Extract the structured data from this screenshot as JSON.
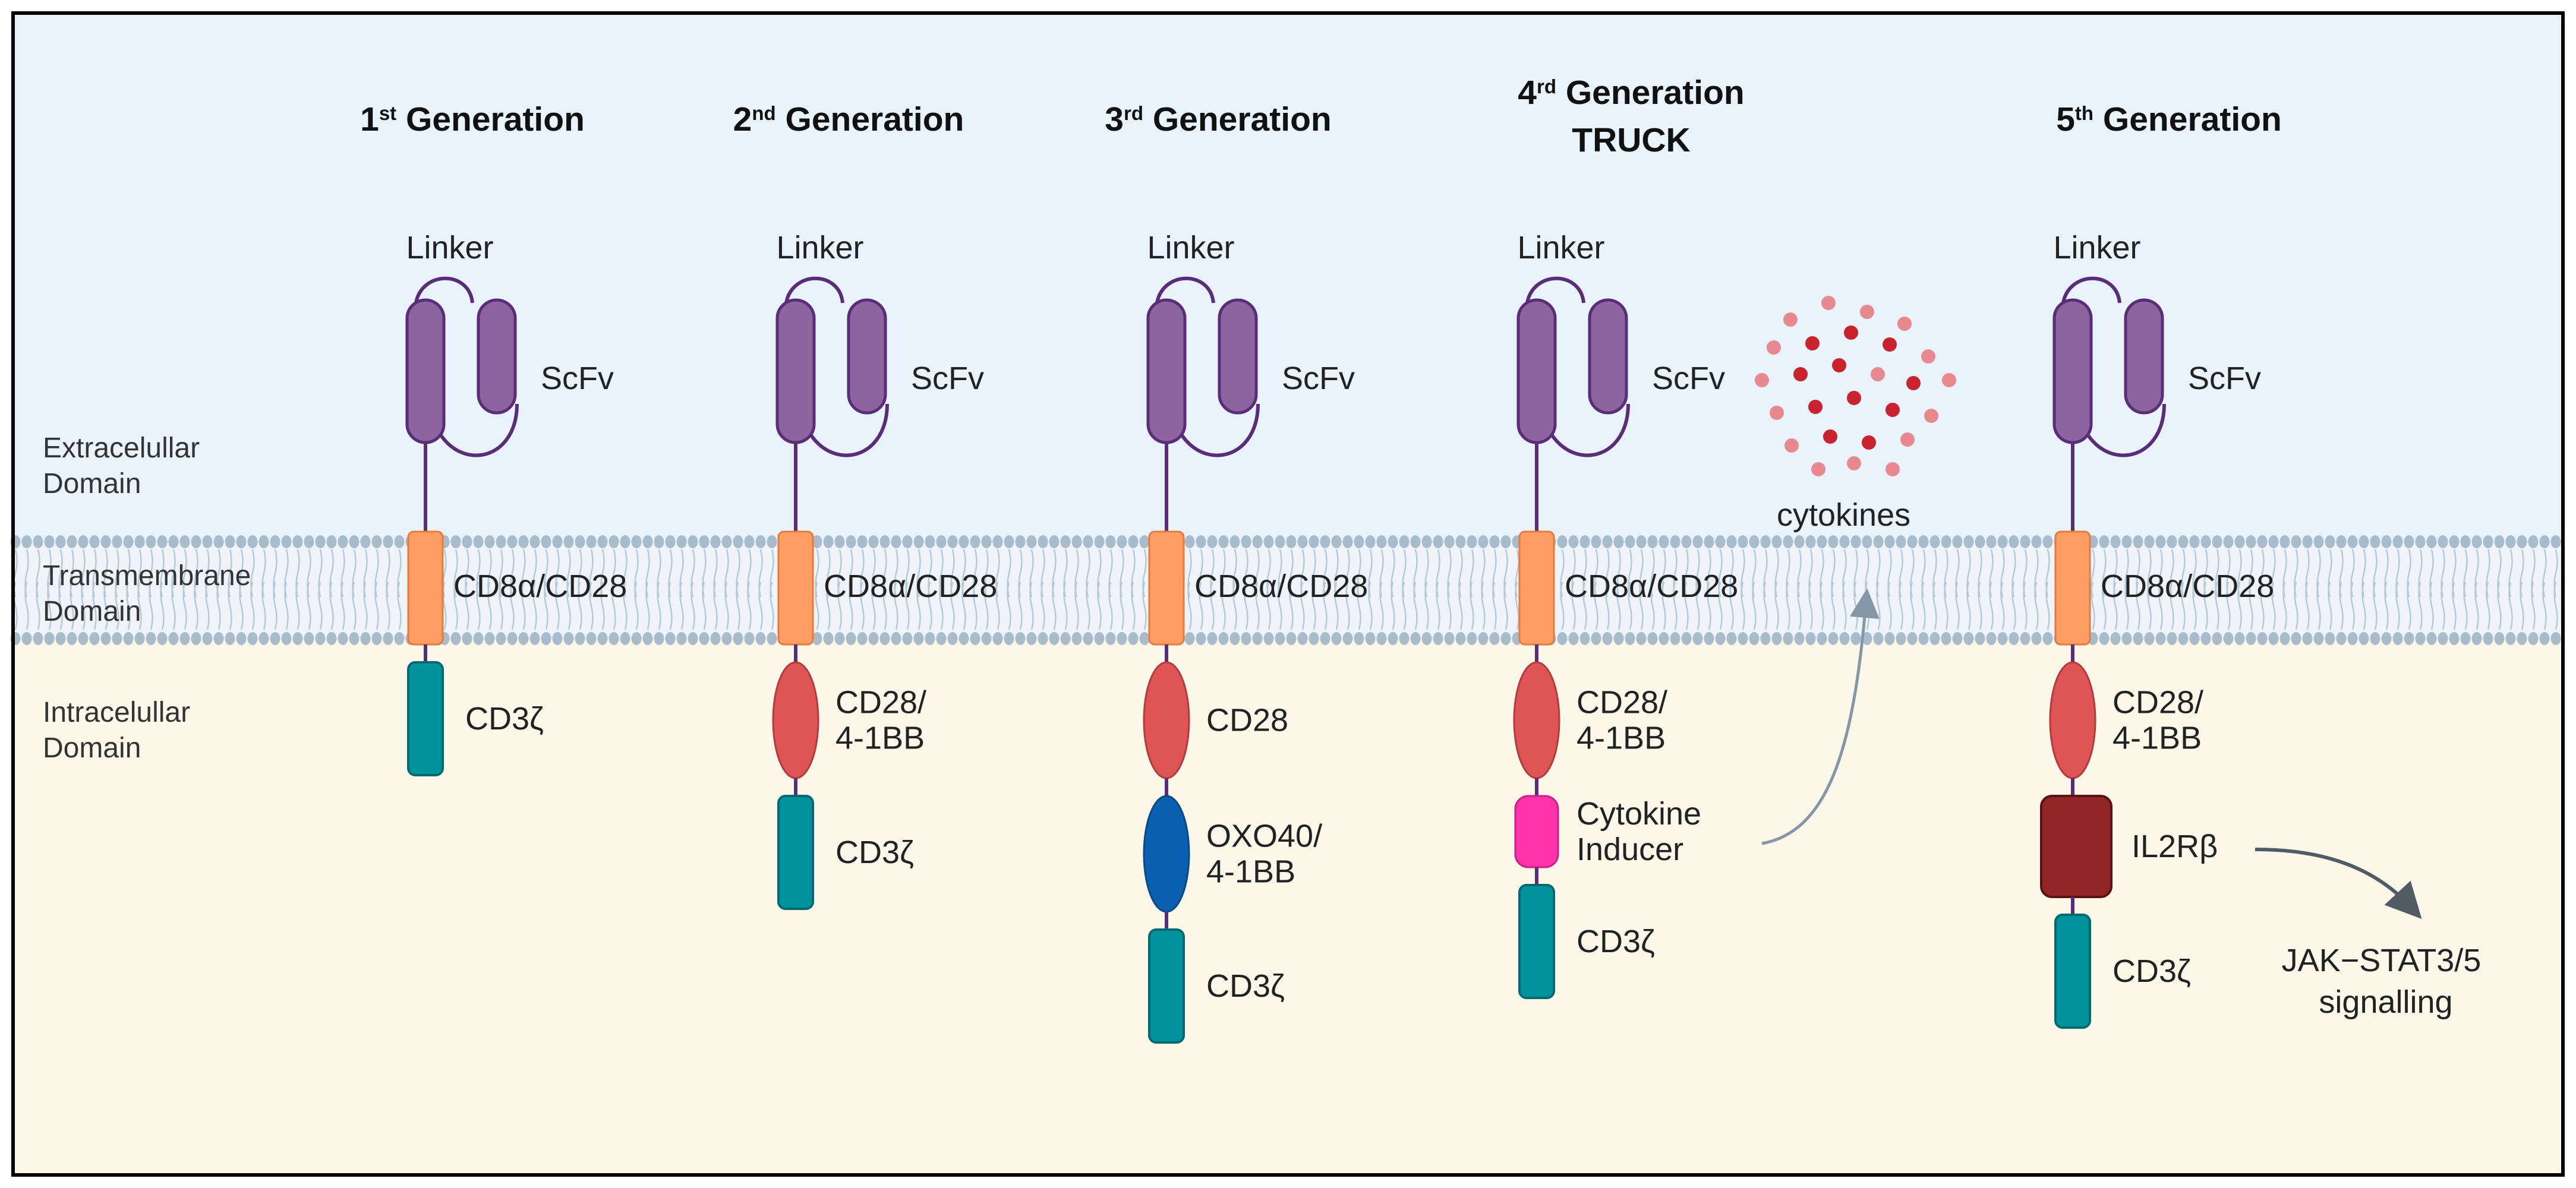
{
  "domains": {
    "extracellular": [
      "Extracelullar",
      "Domain"
    ],
    "transmembrane": [
      "Transmembrane",
      "Domain"
    ],
    "intracellular": [
      "Intracelullar",
      "Domain"
    ]
  },
  "generations": [
    {
      "title": {
        "pre": "1",
        "sup": "st",
        "post": " Generation",
        "line2": ""
      },
      "linker": "Linker",
      "scfv": "ScFv",
      "tm": "CD8α/CD28",
      "domains": [
        {
          "shape": "rect",
          "color": "#00939b",
          "lines": [
            "CD3ζ"
          ]
        }
      ]
    },
    {
      "title": {
        "pre": "2",
        "sup": "nd",
        "post": " Generation",
        "line2": ""
      },
      "linker": "Linker",
      "scfv": "ScFv",
      "tm": "CD8α/CD28",
      "domains": [
        {
          "shape": "ellipse",
          "color": "#df5454",
          "lines": [
            "CD28/",
            "4-1BB"
          ]
        },
        {
          "shape": "rect",
          "color": "#00939b",
          "lines": [
            "CD3ζ"
          ]
        }
      ]
    },
    {
      "title": {
        "pre": "3",
        "sup": "rd",
        "post": " Generation",
        "line2": ""
      },
      "linker": "Linker",
      "scfv": "ScFv",
      "tm": "CD8α/CD28",
      "domains": [
        {
          "shape": "ellipse",
          "color": "#df5454",
          "lines": [
            "CD28"
          ]
        },
        {
          "shape": "ellipse",
          "color": "#0b5fb0",
          "lines": [
            "OXO40/",
            "4-1BB"
          ]
        },
        {
          "shape": "rect",
          "color": "#00939b",
          "lines": [
            "CD3ζ"
          ]
        }
      ]
    },
    {
      "title": {
        "pre": "4",
        "sup": "rd",
        "post": " Generation",
        "line2": "TRUCK"
      },
      "linker": "Linker",
      "scfv": "ScFv",
      "tm": "CD8α/CD28",
      "domains": [
        {
          "shape": "ellipse",
          "color": "#df5454",
          "lines": [
            "CD28/",
            "4-1BB"
          ]
        },
        {
          "shape": "roundrect",
          "color": "#ff33aa",
          "lines": [
            "Cytokine",
            "Inducer"
          ]
        },
        {
          "shape": "rect",
          "color": "#00939b",
          "lines": [
            "CD3ζ"
          ]
        }
      ]
    },
    {
      "title": {
        "pre": "5",
        "sup": "th",
        "post": " Generation",
        "line2": ""
      },
      "linker": "Linker",
      "scfv": "ScFv",
      "tm": "CD8α/CD28",
      "domains": [
        {
          "shape": "ellipse",
          "color": "#df5454",
          "lines": [
            "CD28/",
            "4-1BB"
          ]
        },
        {
          "shape": "square",
          "color": "#922525",
          "lines": [
            "IL2Rβ"
          ]
        },
        {
          "shape": "rect",
          "color": "#00939b",
          "lines": [
            "CD3ζ"
          ]
        }
      ]
    }
  ],
  "cytokines_label": "cytokines",
  "signalling_label": [
    "JAK−STAT3/5",
    "signalling"
  ],
  "colors": {
    "extracellular_bg": "#e8f3fc",
    "intracellular_bg": "#fbf7e9",
    "membrane_bead": "#a9bccb",
    "membrane_tail": "#b8c9d6",
    "scfv_fill": "#8c64a0",
    "scfv_stroke": "#5a2d78",
    "stalk": "#5a2d78",
    "tm_fill": "#ff9d63",
    "cytokine_dark": "#c8232e",
    "cytokine_light": "#e8898f",
    "arrow": "#8597a6",
    "signal_arrow": "#505b64"
  }
}
